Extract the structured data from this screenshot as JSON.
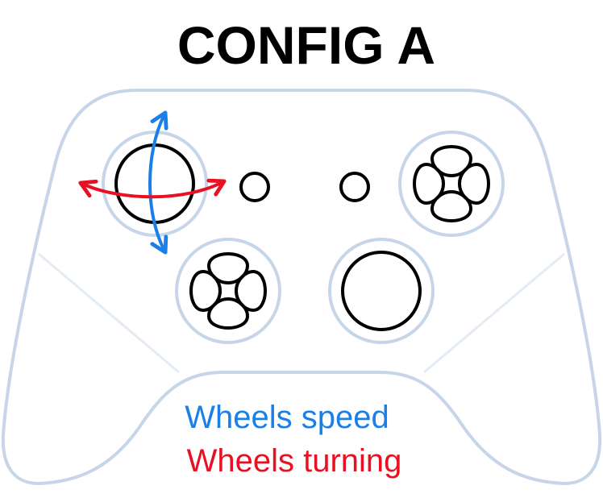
{
  "title": "CONFIG A",
  "legend": [
    {
      "label": "Wheels speed",
      "color": "#1a7fe6"
    },
    {
      "label": "Wheels turning",
      "color": "#e81123"
    }
  ],
  "colors": {
    "controller_outline": "#c7d5e8",
    "controls_outline": "#000000",
    "vertical_axis": "#1a7fe6",
    "horizontal_axis": "#e81123"
  },
  "controls": [
    {
      "name": "left-thumbstick",
      "icon": "joystick"
    },
    {
      "name": "view-button",
      "icon": "circle"
    },
    {
      "name": "menu-button",
      "icon": "circle"
    },
    {
      "name": "right-button-cluster",
      "icon": "four-petal-buttons"
    },
    {
      "name": "dpad",
      "icon": "four-petal-buttons"
    },
    {
      "name": "right-thumbstick",
      "icon": "joystick"
    }
  ]
}
